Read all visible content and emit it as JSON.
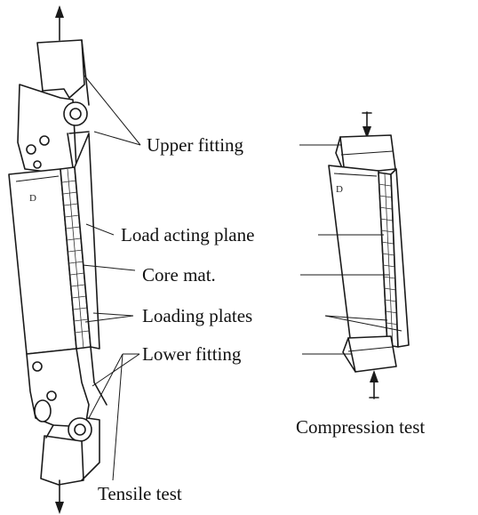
{
  "labels": {
    "upper_fitting": "Upper fitting",
    "load_acting_plane": "Load acting plane",
    "core_mat": "Core mat.",
    "loading_plates": "Loading plates",
    "lower_fitting": "Lower fitting",
    "compression_test": "Compression test",
    "tensile_test": "Tensile test"
  },
  "icons": {
    "top_arrow": "arrow-up-icon",
    "bottom_arrow": "arrow-down-icon",
    "compression_top_arrow": "arrow-down-icon",
    "compression_bottom_arrow": "arrow-up-icon"
  }
}
